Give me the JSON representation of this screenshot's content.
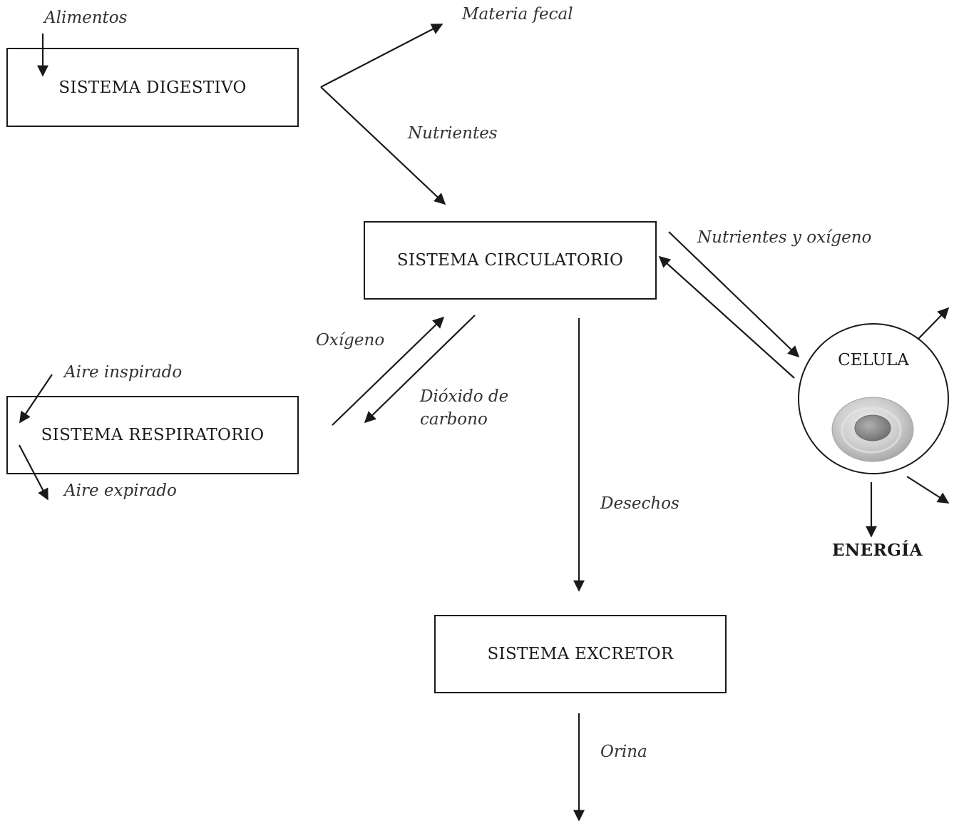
{
  "boxes": {
    "digestive": "SISTEMA DIGESTIVO",
    "circulatory": "SISTEMA CIRCULATORIO",
    "respiratory": "SISTEMA RESPIRATORIO",
    "excretor": "SISTEMA EXCRETOR"
  },
  "labels": {
    "alimentos": "Alimentos",
    "materia_fecal": "Materia fecal",
    "nutrientes": "Nutrientes",
    "nutrientes_oxigeno": "Nutrientes y oxígeno",
    "oxigeno": "Oxígeno",
    "aire_inspirado": "Aire inspirado",
    "dioxido_line1": "Dióxido de",
    "dioxido_line2": "carbono",
    "aire_expirado": "Aire expirado",
    "desechos": "Desechos",
    "orina": "Orina"
  },
  "cell": {
    "title": "CELULA",
    "energy": "ENERGÍA"
  },
  "colors": {
    "ink": "#1a1a1a",
    "label_text": "#333333",
    "cell_outer": "#c8c8c8",
    "cell_nucleus": "#8f8f8f"
  }
}
